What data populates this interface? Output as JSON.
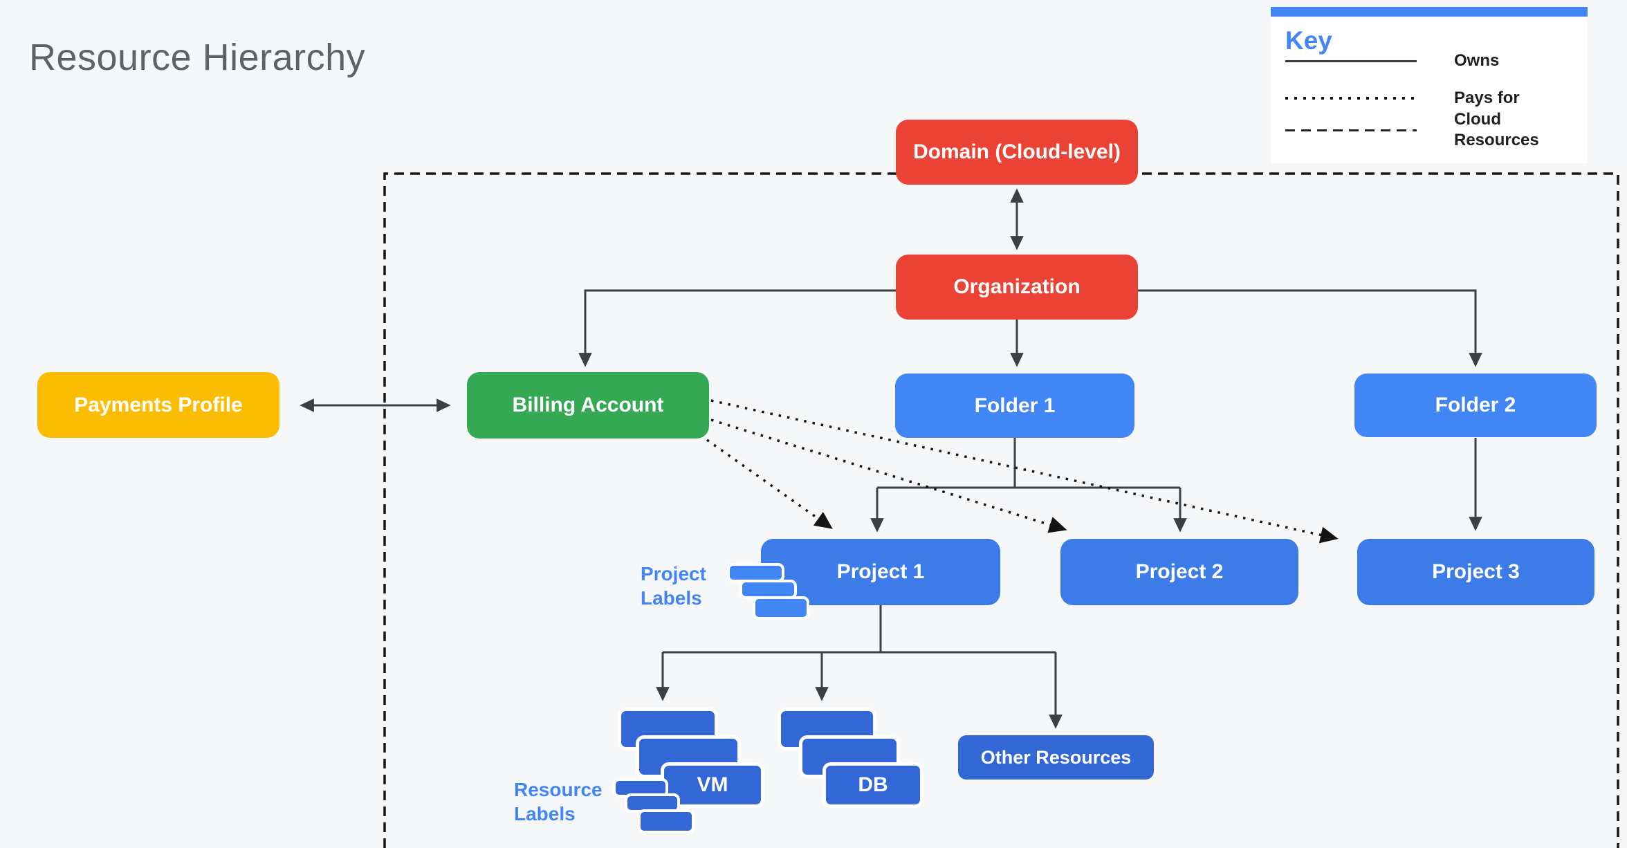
{
  "title": "Resource Hierarchy",
  "key": {
    "title": "Key",
    "items": [
      {
        "line_style": "solid",
        "label": "Owns"
      },
      {
        "line_style": "dotted",
        "label": "Pays for"
      },
      {
        "line_style": "dashed",
        "label": "Cloud Resources"
      }
    ]
  },
  "nodes": {
    "domain": {
      "label": "Domain (Cloud-level)"
    },
    "organization": {
      "label": "Organization"
    },
    "payments_profile": {
      "label": "Payments Profile"
    },
    "billing_account": {
      "label": "Billing Account"
    },
    "folder1": {
      "label": "Folder 1"
    },
    "folder2": {
      "label": "Folder 2"
    },
    "project1": {
      "label": "Project 1"
    },
    "project2": {
      "label": "Project 2"
    },
    "project3": {
      "label": "Project 3"
    },
    "vm": {
      "label": "VM"
    },
    "db": {
      "label": "DB"
    },
    "other_resources": {
      "label": "Other Resources"
    }
  },
  "annotations": {
    "project_labels": "Project Labels",
    "resource_labels": "Resource Labels"
  },
  "colors": {
    "background": "#F6F7F9",
    "red": "#EA4335",
    "yellow": "#FBBC04",
    "green": "#34A853",
    "blue": "#4285F4",
    "project-blue": "#3C7BE8",
    "resource-blue": "#3367D6",
    "line-gray": "#3C4043",
    "boundary-black": "#161616",
    "title-gray": "#5F6368",
    "label-black": "#1F1F1F",
    "card-white": "#FFFFFF"
  }
}
